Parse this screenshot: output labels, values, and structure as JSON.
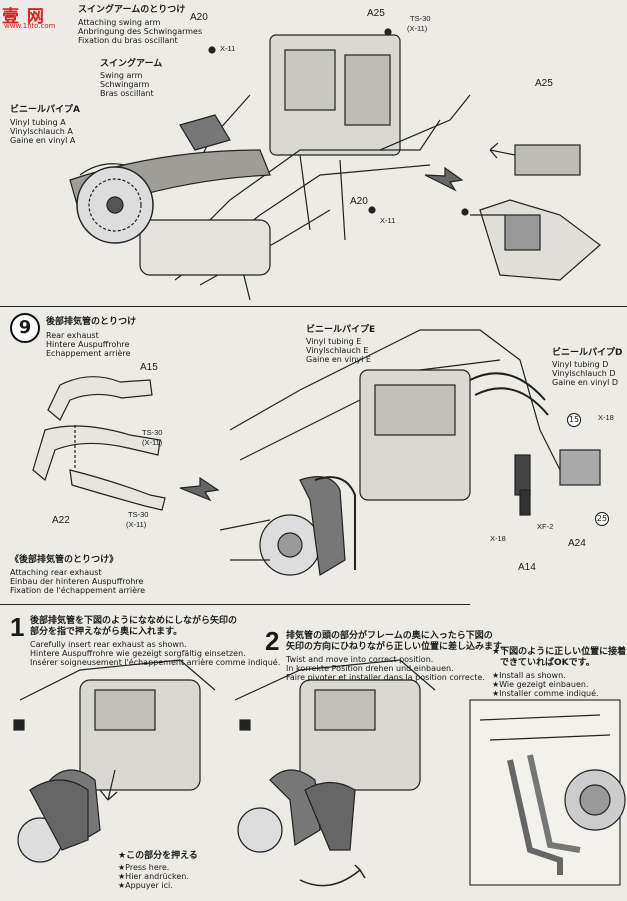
{
  "watermark": {
    "brand": "壹 网",
    "url": "www.1nfo.com"
  },
  "section8": {
    "title_jp": "スイングアームのとりつけ",
    "title_en": "Attaching swing arm",
    "title_de": "Anbringung des Schwingarmes",
    "title_fr": "Fixation du bras oscillant",
    "swing_arm": {
      "jp": "スイングアーム",
      "en": "Swing arm",
      "de": "Schwingarm",
      "fr": "Bras oscillant"
    },
    "vinyl_a": {
      "jp": "ビニールパイプA",
      "en": "Vinyl tubing A",
      "de": "Vinylschlauch A",
      "fr": "Gaine en vinyl A"
    },
    "parts": {
      "a20_top": "A20",
      "x11_top": "X-11",
      "a25_top": "A25",
      "ts30": "TS-30",
      "x11_paren": "(X-11)",
      "a25_right": "A25",
      "a20_mid": "A20",
      "x11_mid": "X-11"
    }
  },
  "section9": {
    "step": "9",
    "title_jp": "後部排気管のとりつけ",
    "title_en": "Rear exhaust",
    "title_de": "Hintere Auspuffrohre",
    "title_fr": "Echappement arrière",
    "parts": {
      "a15": "A15",
      "ts30_a": "TS-30",
      "x11_a": "(X-11)",
      "a22": "A22",
      "ts30_b": "TS-30",
      "x11_b": "(X-11)",
      "x18_right": "X-18",
      "c15": "15",
      "c25": "25",
      "xf2": "XF-2",
      "a24": "A24",
      "x18_low": "X-18",
      "a14": "A14"
    },
    "vinyl_e": {
      "jp": "ビニールパイプE",
      "en": "Vinyl tubing E",
      "de": "Vinylschlauch E",
      "fr": "Gaine en vinyl E"
    },
    "vinyl_d": {
      "jp": "ビニールパイプD",
      "en": "Vinyl tubing D",
      "de": "Vinylschlauch D",
      "fr": "Gaine en vinyl D"
    },
    "sub": {
      "jp": "《後部排気管のとりつけ》",
      "en": "Attaching rear exhaust",
      "de": "Einbau der hinteren Auspuffrohre",
      "fr": "Fixation de l'échappement arrière"
    }
  },
  "step1": {
    "num": "1",
    "jp1": "後部排気管を下図のようにななめにしながら矢印の",
    "jp2": "部分を指で押えながら奥に入れます。",
    "en": "Carefully insert rear exhaust as shown.",
    "de": "Hintere Auspuffrohre wie gezeigt sorgfältig einsetzen.",
    "fr": "Insérer soigneusement l'échappement arrière comme indiqué.",
    "note_jp": "★この部分を押える",
    "note_en": "★Press here.",
    "note_de": "★Hier andrücken.",
    "note_fr": "★Appuyer ici."
  },
  "step2": {
    "num": "2",
    "jp1": "排気管の頭の部分がフレームの奥に入ったら下図の",
    "jp2": "矢印の方向にひねりながら正しい位置に差し込みます。",
    "en": "Twist and move into correct position.",
    "de": "In korrekte Position drehen und einbauen.",
    "fr": "Faire pivoter et installer dans la position correcte."
  },
  "step3": {
    "jp1": "★下図のように正しい位置に接着",
    "jp2": "できていればOKです。",
    "en": "★Install as shown.",
    "de": "★Wie gezeigt einbauen.",
    "fr": "★Installer comme indiqué."
  }
}
